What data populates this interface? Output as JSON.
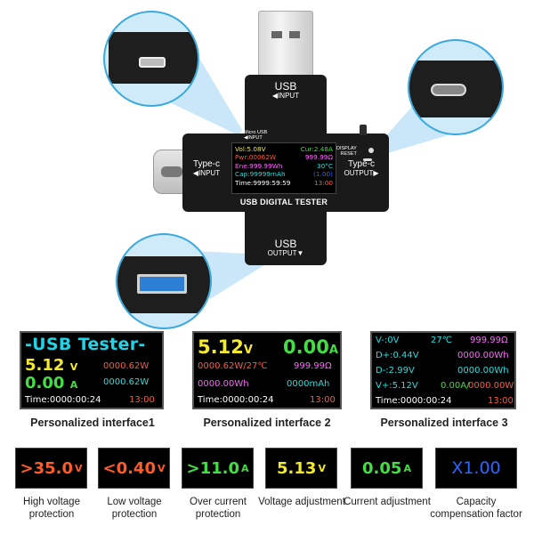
{
  "device": {
    "usb_input_label": "USB",
    "usb_input_sub": "◀INPUT",
    "micro_usb_label": "Micro USB",
    "micro_usb_sub": "◀INPUT",
    "typec_input_label": "Type-c",
    "typec_input_sub": "◀INPUT",
    "typec_output_label": "Type-c",
    "typec_output_sub": "OUTPUT▶",
    "display_label": "DISPLAY",
    "reset_label": "RESET",
    "usb_output_label": "USB",
    "usb_output_sub": "OUTPUT▼",
    "title": "USB DIGITAL TESTER",
    "screen": {
      "vol": "Vol:5.08V",
      "cur": "Cur:2.48A",
      "pwr": "Pwr:00062W",
      "res": "999.99Ω",
      "ene": "Ene:999.99Wh",
      "temp": "30°C",
      "cap": "Cap:99999mAh",
      "cap_factor": "(1.00)",
      "time": "Time:9999:59:59",
      "time_right": "13:00"
    }
  },
  "interfaces": [
    {
      "caption": "Personalized interface1",
      "title": "-USB Tester-",
      "voltage": "5.12",
      "voltage_unit": "V",
      "current": "0.00",
      "current_unit": "A",
      "power1": "0000.62W",
      "power2": "0000.62W",
      "time": "Time:0000:00:24",
      "time_right": "13:00"
    },
    {
      "caption": "Personalized interface 2",
      "voltage": "5.12",
      "voltage_unit": "V",
      "current": "0.00",
      "current_unit": "A",
      "power_temp": "0000.62W/27℃",
      "resistance": "999.99Ω",
      "energy": "0000.00Wh",
      "capacity": "0000mAh",
      "time": "Time:0000:00:24",
      "time_right": "13:00"
    },
    {
      "caption": "Personalized interface 3",
      "vminus": "V-:0V",
      "temp": "27℃",
      "resistance": "999.99Ω",
      "dplus": "D+:0.44V",
      "energy1": "0000.00Wh",
      "dminus": "D-:2.99V",
      "energy2": "0000.00Wh",
      "vplus": "V+:5.12V",
      "current": "0.00A/",
      "power": "0000.00W",
      "time": "Time:0000:00:24",
      "time_right": "13:00"
    }
  ],
  "features": [
    {
      "value": ">35.0",
      "unit": "V",
      "label": "High voltage protection"
    },
    {
      "value": "<0.40",
      "unit": "V",
      "label": "Low voltage protection"
    },
    {
      "value": ">11.0",
      "unit": "A",
      "label": "Over current protection"
    },
    {
      "value": "5.13",
      "unit": "V",
      "label": "Voltage adjustment"
    },
    {
      "value": "0.05",
      "unit": "A",
      "label": "Current adjustment"
    },
    {
      "value": "X1.00",
      "unit": "",
      "label": "Capacity compensation factor"
    }
  ],
  "colors": {
    "accent_blue": "#3aa9e0",
    "screen_bg": "#000000",
    "yellow": "#f4ea2a",
    "green": "#44dd44",
    "red": "#ff5a3a",
    "cyan": "#26dfe0",
    "magenta": "#ff66ff",
    "blue": "#2a66ff"
  }
}
